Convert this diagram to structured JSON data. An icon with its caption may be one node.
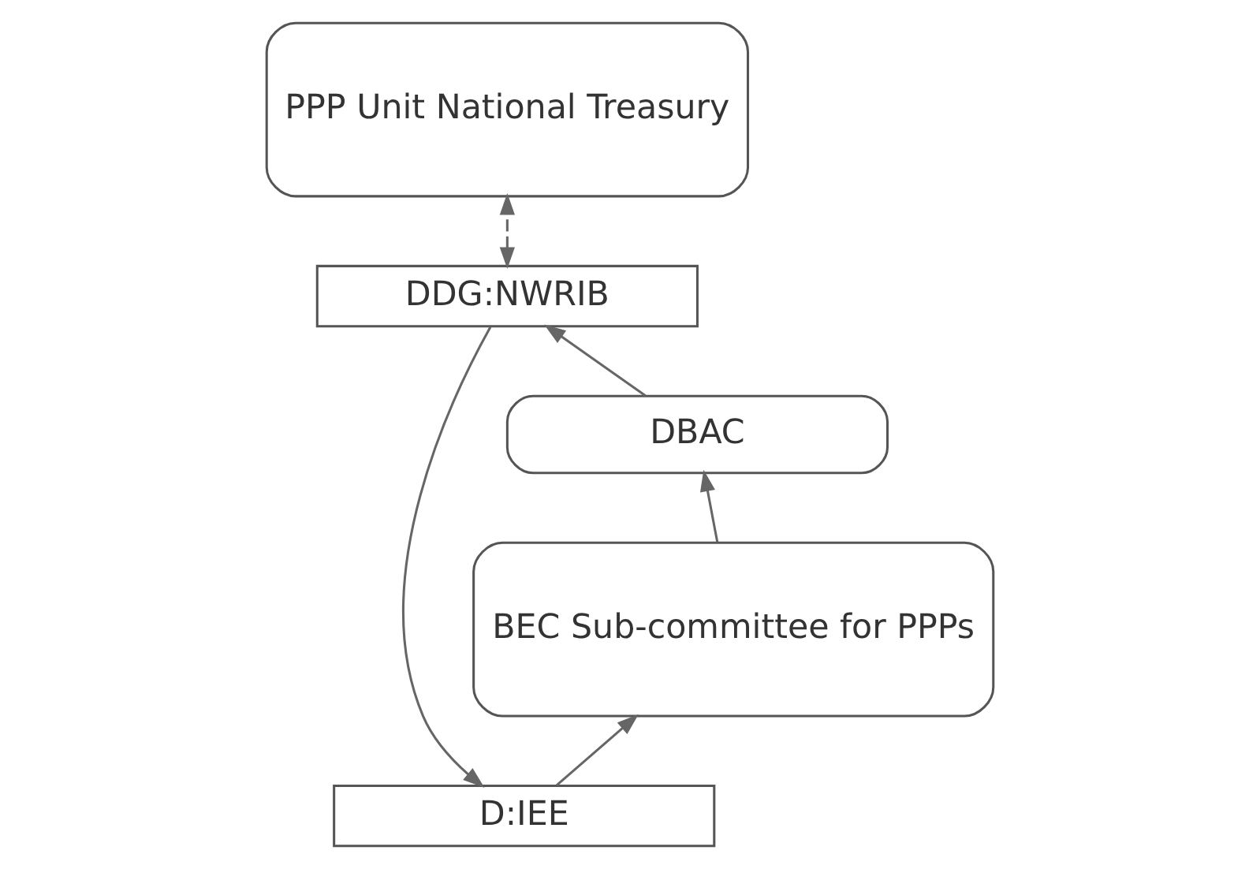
{
  "diagram": {
    "nodes": [
      {
        "text": [
          "PPP Unit National Treasury"
        ]
      },
      {
        "text": [
          "DDG:NWRIB"
        ]
      },
      {
        "text": [
          "DBAC"
        ]
      },
      {
        "text": [
          "BEC Sub-committee for PPPs"
        ]
      },
      {
        "text": [
          "D:IEE"
        ]
      }
    ],
    "edges": [
      {
        "from": 0,
        "to": 1,
        "arrow": "both",
        "style": "dashed"
      },
      {
        "from": 2,
        "to": 1,
        "arrow": "to"
      },
      {
        "from": 3,
        "to": 2,
        "arrow": "to"
      },
      {
        "from": 4,
        "to": 3,
        "arrow": "to"
      },
      {
        "from": 1,
        "to": 4,
        "arrow": "to"
      }
    ]
  }
}
